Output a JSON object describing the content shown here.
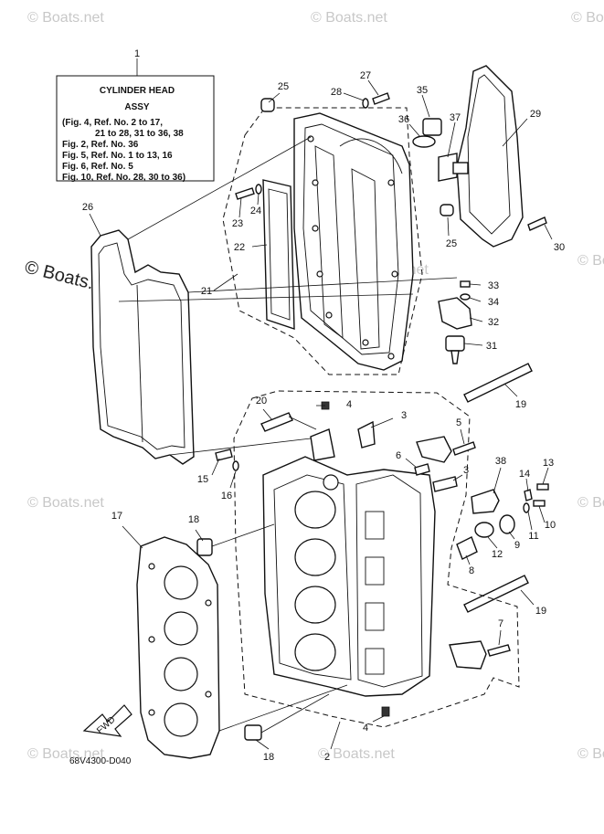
{
  "legend": {
    "title_line1": "CYLINDER HEAD",
    "title_line2": "ASSY",
    "lines": [
      "(Fig. 4, Ref. No. 2 to 17,",
      "21 to 28, 31 to 36, 38",
      "Fig. 2, Ref. No. 36",
      "Fig. 5, Ref. No. 1 to 13, 16",
      "Fig. 6, Ref. No. 5",
      "Fig. 10, Ref. No. 28, 30 to 36)"
    ]
  },
  "callouts": {
    "c1": "1",
    "c2": "2",
    "c3a": "3",
    "c3b": "3",
    "c4a": "4",
    "c4b": "4",
    "c5": "5",
    "c6": "6",
    "c7": "7",
    "c8": "8",
    "c9": "9",
    "c10": "10",
    "c11": "11",
    "c12": "12",
    "c13": "13",
    "c14": "14",
    "c15": "15",
    "c16": "16",
    "c17": "17",
    "c18a": "18",
    "c18b": "18",
    "c19a": "19",
    "c19b": "19",
    "c20": "20",
    "c21": "21",
    "c22": "22",
    "c23": "23",
    "c24": "24",
    "c25a": "25",
    "c25b": "25",
    "c26": "26",
    "c27": "27",
    "c28": "28",
    "c29": "29",
    "c30": "30",
    "c31": "31",
    "c32": "32",
    "c33": "33",
    "c34": "34",
    "c35": "35",
    "c36": "36",
    "c37": "37",
    "c38": "38"
  },
  "forward_arrow_label": "FWD",
  "diagram_code": "68V4300-D040",
  "watermark_text": "© Boats.net",
  "colors": {
    "ink": "#111111",
    "watermark": "#c8c8c8",
    "background": "#ffffff"
  }
}
